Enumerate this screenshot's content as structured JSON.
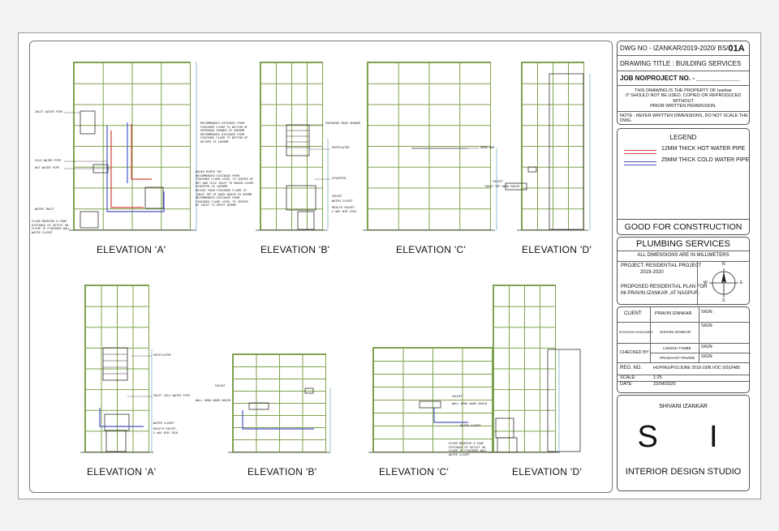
{
  "elevations_top": [
    "ELEVATION 'A'",
    "ELEVATION 'B'",
    "ELEVATION 'C'",
    "ELEVATION 'D'"
  ],
  "elevations_bottom": [
    "ELEVATION 'A'",
    "ELEVATION 'B'",
    "ELEVATION 'C'",
    "ELEVATION 'D'"
  ],
  "notes": {
    "inlet_water_pipe": "INLET WATER PIPE",
    "cold_water_pipe": "COLD WATER PIPE",
    "hot_water_pipe": "HOT WATER PIPE",
    "water_inlet": "WATER INLET",
    "floor_mounted": "FLOOR MOUNTED S-TRAP\nDISTANCE OF OUTLET  ON\nFLOOR TO FINISHED WALL\nWATER CLOSET",
    "recommended_a": "RECOMMENDED DISTANCE FROM\nFINISHED FLOOR TO BOTTOM OF\nOVERHEAD SHOWER IS 2000MM\nRECOMMENDED DISTANCE FROM\nFINISHED FLOOR TO BOTTOM OF\nGEYSER IS 1850MM",
    "basin_mixer": "BASIN MIXER TAP\nRECOMMENDED DISTANCE FROM\nFINISHED FLOOR LEVEL TO CENTER OF\nHOT AND COLD INLET TO BASIN LEVER\nDIVERTER IS 1050MM\nHEIGHT FROM FINISHED FLOOR TO\nTABLE TOP OF WASH BASIN IS 850MM\nRECOMMENDED DISTANCE FROM\nFINISHED FLOOR LEVEL TO CENTER\nOF INLET TO SPOUT 850MM",
    "overhead_shower": "OVERHEAD MAZE SHOWER",
    "ventilator": "VENTILATOR",
    "diverter": "DIVERTER",
    "faucet": "FAUCET",
    "water_closet": "WATER CLOSET",
    "health_faucet": "HEALTH FAUCET\n2 WAY BIB COCK",
    "grab_bar": "GRAB BAR",
    "table_top_basin": "TABLE TOP WASH BASIN",
    "ventilator_b": "VENTILATOR",
    "inlet_cold": "INLET COLD WATER PIPE",
    "wc_b": "WATER CLOSET",
    "health_b": "HEALTH FAUCET\n2 WAY BIB COCK",
    "faucet_bb": "FAUCET",
    "wall_hung_bb": "WALL HUNG WASH BASIN",
    "faucet_bc": "FAUCET",
    "wall_hung_bc": "WALL HUNG WASH BASIN",
    "wc_bc": "WATER CLOSET",
    "floor_bc": "FLOOR MOUNTED S-TRAP\nDISTANCE OF OUTLET  ON\nFLOOR TO FINISHED WALL\nWATER CLOSET"
  },
  "title_block": {
    "dwg_no_prefix": "DWG NO - IZANKAR/2019-2020/ BS/",
    "dwg_no_code": "01A",
    "drawing_title": "DRAWING TITLE : BUILDING SERVICES",
    "job_no": "JOB NO/PROJECT NO. - ____________",
    "property_line1": "THIS DRAWING IS THE PROPERTY OF Izankar",
    "property_line2": "IT SHOULD NOT BE USED, COPIED OR REPRODUCED  WITHOUT",
    "property_line3": "PRIOR WRITTEN PERMISSION.",
    "note": "NOTE : REFER WRITTEN DIMENSIONS, DO NOT SCALE THE DWG.",
    "legend_title": "LEGEND",
    "legend_hot": "12MM THICK HOT WATER PIPE",
    "legend_cold": "25MM THICK COLD WATER PIPE",
    "hot_color": "#d0453a",
    "cold_color": "#4b55c8",
    "good_for_construction": "GOOD FOR CONSTRUCTION",
    "plumbing_services": "PLUMBING SERVICES",
    "dimensions_note": "ALL DIMENSIONS ARE IN MILLIMETERS",
    "project_line1": "PROJECT: RESIDENTIAL PROJECT",
    "project_line2": "2019-2020",
    "proposed_line1": "PROPOSED RESIDENTIAL PLAN FOR",
    "proposed_line2": "Mr.PRAVIN IZANKAR ,AT  NAGPUR.",
    "compass": {
      "n": "N",
      "s": "S",
      "e": "E",
      "w": "W"
    },
    "client_label": "CLIENT:",
    "client_value": "PRAVIN IZANKAR",
    "sign": "SIGN:",
    "interior_designer_label": "INTERIOR DESIGNER:",
    "interior_designer_value": "SHIVANI IZANKAR",
    "checked_by_label": "CHECKED BY :",
    "checker1": "LOKESH TAMBE",
    "checker2": "PRASHANT TRIVEDI",
    "reg_label": "REG. NO.",
    "reg_value": "HUP/NG/P01/JUNE 2018-19/B.VOC (ID)/2485",
    "scale_label": "SCALE:",
    "scale_value": "1:25",
    "date_label": "DATE:",
    "date_value": "22/04/2020",
    "studio_owner": "SHIVANI IZANKAR",
    "logo": "S  I",
    "studio_name": "INTERIOR DESIGN STUDIO"
  }
}
